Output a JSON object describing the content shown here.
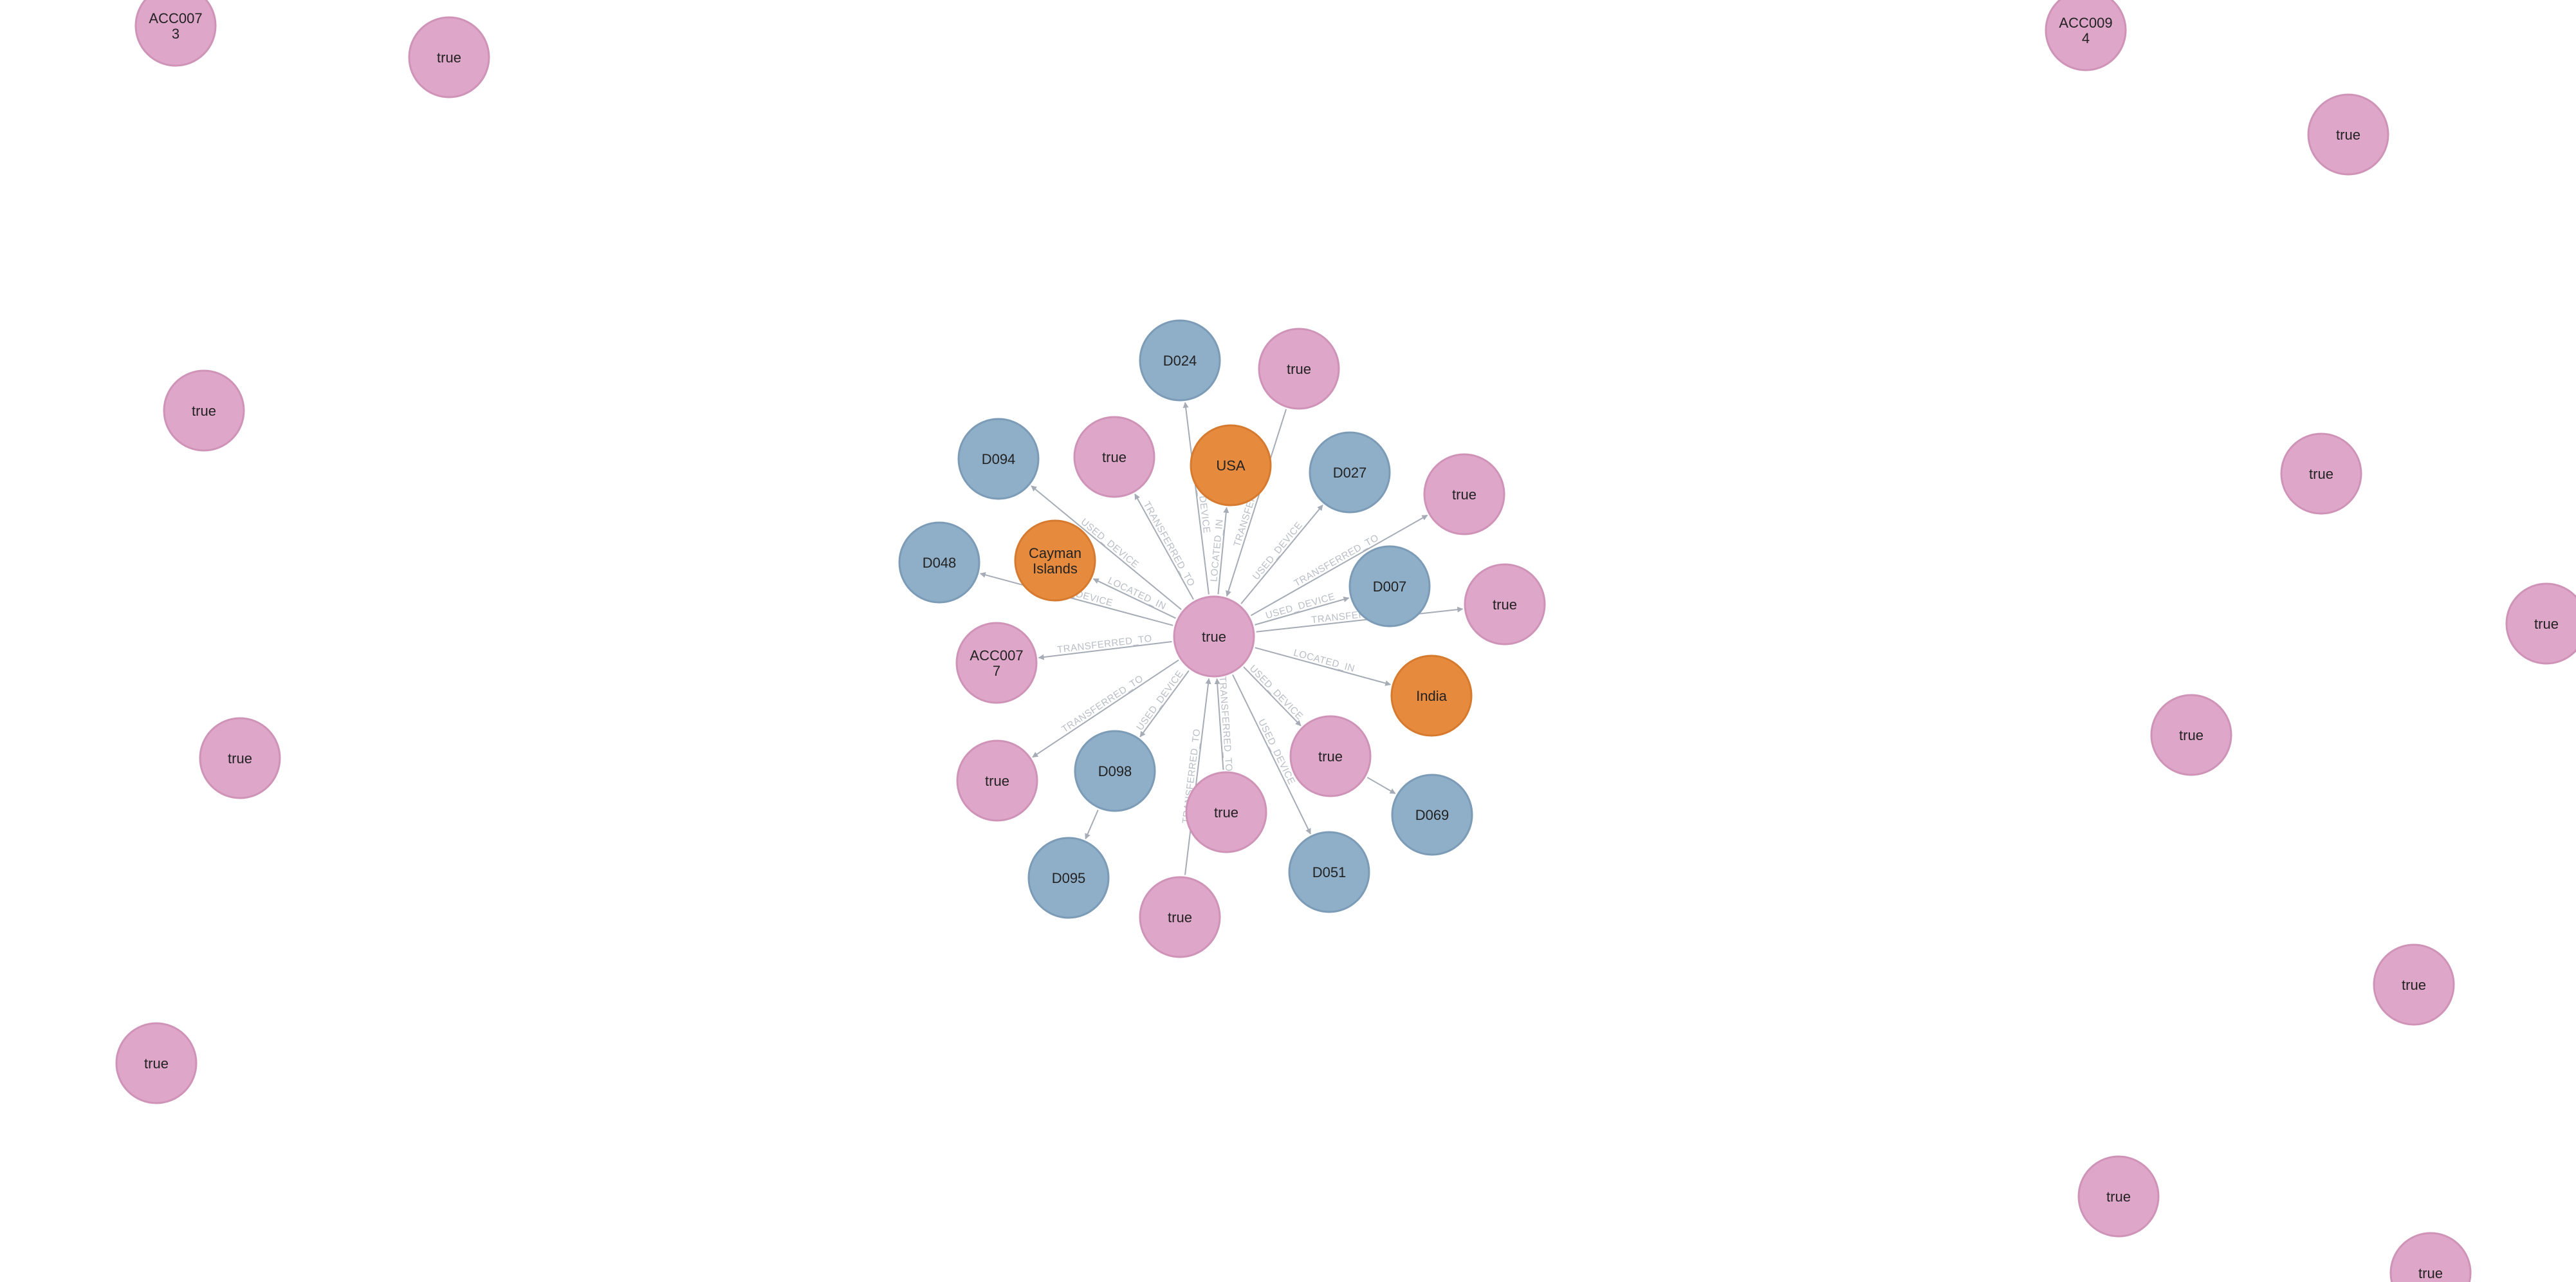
{
  "colors": {
    "account": "#dea6c8",
    "account_stroke": "#cf93b8",
    "device": "#8faec8",
    "device_stroke": "#7b9bb6",
    "country": "#e68a3e",
    "country_stroke": "#d67a2f",
    "edge": "#a5acb6",
    "edge_label": "#b9bec6"
  },
  "nodes": [
    {
      "id": "center",
      "type": "account",
      "label": "true"
    },
    {
      "id": "d024",
      "type": "device",
      "label": "D024"
    },
    {
      "id": "a_top",
      "type": "account",
      "label": "true"
    },
    {
      "id": "d094",
      "type": "device",
      "label": "D094"
    },
    {
      "id": "a_upleft",
      "type": "account",
      "label": "true"
    },
    {
      "id": "usa",
      "type": "country",
      "label": "USA"
    },
    {
      "id": "d027",
      "type": "device",
      "label": "D027"
    },
    {
      "id": "a_right1",
      "type": "account",
      "label": "true"
    },
    {
      "id": "d048",
      "type": "device",
      "label": "D048"
    },
    {
      "id": "cayman",
      "type": "country",
      "label": "Cayman\nIslands"
    },
    {
      "id": "d007",
      "type": "device",
      "label": "D007"
    },
    {
      "id": "a_right2",
      "type": "account",
      "label": "true"
    },
    {
      "id": "acc0077",
      "type": "account",
      "label": "ACC007\n7"
    },
    {
      "id": "india",
      "type": "country",
      "label": "India"
    },
    {
      "id": "a_left_low",
      "type": "account",
      "label": "true"
    },
    {
      "id": "d098",
      "type": "device",
      "label": "D098"
    },
    {
      "id": "a_lowright",
      "type": "account",
      "label": "true"
    },
    {
      "id": "d069",
      "type": "device",
      "label": "D069"
    },
    {
      "id": "a_bottom1",
      "type": "account",
      "label": "true"
    },
    {
      "id": "d095",
      "type": "device",
      "label": "D095"
    },
    {
      "id": "d051",
      "type": "device",
      "label": "D051"
    },
    {
      "id": "a_bottom2",
      "type": "account",
      "label": "true"
    },
    {
      "id": "acc0073",
      "type": "account",
      "label": "ACC007\n3"
    },
    {
      "id": "f1",
      "type": "account",
      "label": "true"
    },
    {
      "id": "f2",
      "type": "account",
      "label": "true"
    },
    {
      "id": "f3",
      "type": "account",
      "label": "true"
    },
    {
      "id": "f4",
      "type": "account",
      "label": "true"
    },
    {
      "id": "acc0094",
      "type": "account",
      "label": "ACC009\n4"
    },
    {
      "id": "f5",
      "type": "account",
      "label": "true"
    },
    {
      "id": "f6",
      "type": "account",
      "label": "true"
    },
    {
      "id": "f7",
      "type": "account",
      "label": "true"
    },
    {
      "id": "f8",
      "type": "account",
      "label": "true"
    },
    {
      "id": "f9",
      "type": "account",
      "label": "true"
    },
    {
      "id": "f10",
      "type": "account",
      "label": "true"
    },
    {
      "id": "f11",
      "type": "account",
      "label": "true"
    }
  ],
  "edges": [
    {
      "from": "center",
      "to": "d024",
      "label": "USED_DEVICE"
    },
    {
      "from": "a_top",
      "to": "center",
      "label": "TRANSFERRED_TO"
    },
    {
      "from": "center",
      "to": "d094",
      "label": "USED_DEVICE"
    },
    {
      "from": "center",
      "to": "a_upleft",
      "label": "TRANSFERRED_TO"
    },
    {
      "from": "center",
      "to": "usa",
      "label": "LOCATED_IN"
    },
    {
      "from": "center",
      "to": "d027",
      "label": "USED_DEVICE"
    },
    {
      "from": "center",
      "to": "a_right1",
      "label": "TRANSFERRED_TO"
    },
    {
      "from": "center",
      "to": "d048",
      "label": "USED_DEVICE"
    },
    {
      "from": "center",
      "to": "cayman",
      "label": "LOCATED_IN"
    },
    {
      "from": "center",
      "to": "d007",
      "label": "USED_DEVICE"
    },
    {
      "from": "center",
      "to": "a_right2",
      "label": "TRANSFERRED_TO"
    },
    {
      "from": "center",
      "to": "acc0077",
      "label": "TRANSFERRED_TO"
    },
    {
      "from": "center",
      "to": "india",
      "label": "LOCATED_IN"
    },
    {
      "from": "center",
      "to": "a_left_low",
      "label": "TRANSFERRED_TO"
    },
    {
      "from": "center",
      "to": "d098",
      "label": "USED_DEVICE"
    },
    {
      "from": "center",
      "to": "a_lowright",
      "label": "USED_DEVICE"
    },
    {
      "from": "a_lowright",
      "to": "d069",
      "label": ""
    },
    {
      "from": "a_bottom1",
      "to": "center",
      "label": "TRANSFERRED_TO"
    },
    {
      "from": "d098",
      "to": "d095",
      "label": ""
    },
    {
      "from": "center",
      "to": "d051",
      "label": "USED_DEVICE"
    },
    {
      "from": "a_bottom2",
      "to": "center",
      "label": "TRANSFERRED_TO"
    }
  ]
}
